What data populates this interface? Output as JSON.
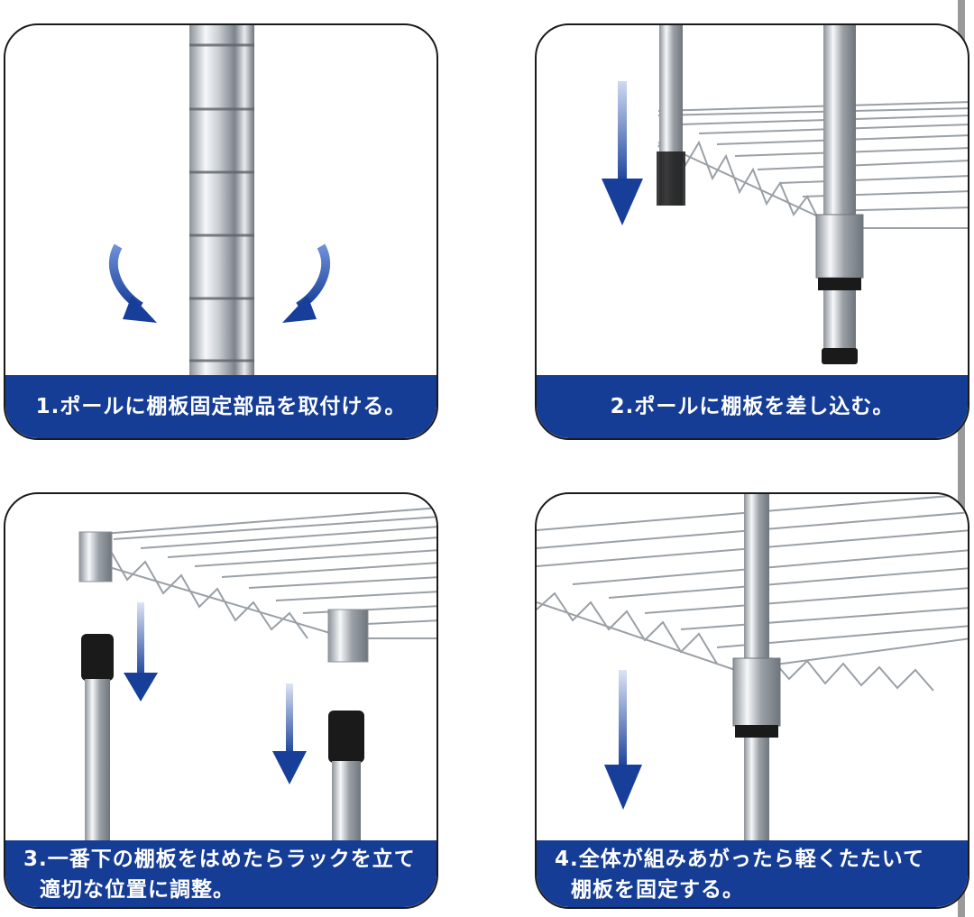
{
  "steps": [
    {
      "lines": [
        "1.ポールに棚板固定部品を取付ける。"
      ]
    },
    {
      "lines": [
        "2.ポールに棚板を差し込む。"
      ]
    },
    {
      "lines": [
        "3.一番下の棚板をはめたらラックを立て",
        "適切な位置に調整。"
      ]
    },
    {
      "lines": [
        "4.全体が組みあがったら軽くたたいて",
        "棚板を固定する。"
      ]
    }
  ],
  "colors": {
    "caption_bg": "#153d95",
    "arrow": "#1b45a8",
    "chrome_light": "#f4f6f8",
    "chrome_dark": "#8c9299",
    "rubber_cap": "#1a1a1a"
  },
  "icons": [
    "curved-arrow-icon",
    "down-arrow-icon"
  ]
}
